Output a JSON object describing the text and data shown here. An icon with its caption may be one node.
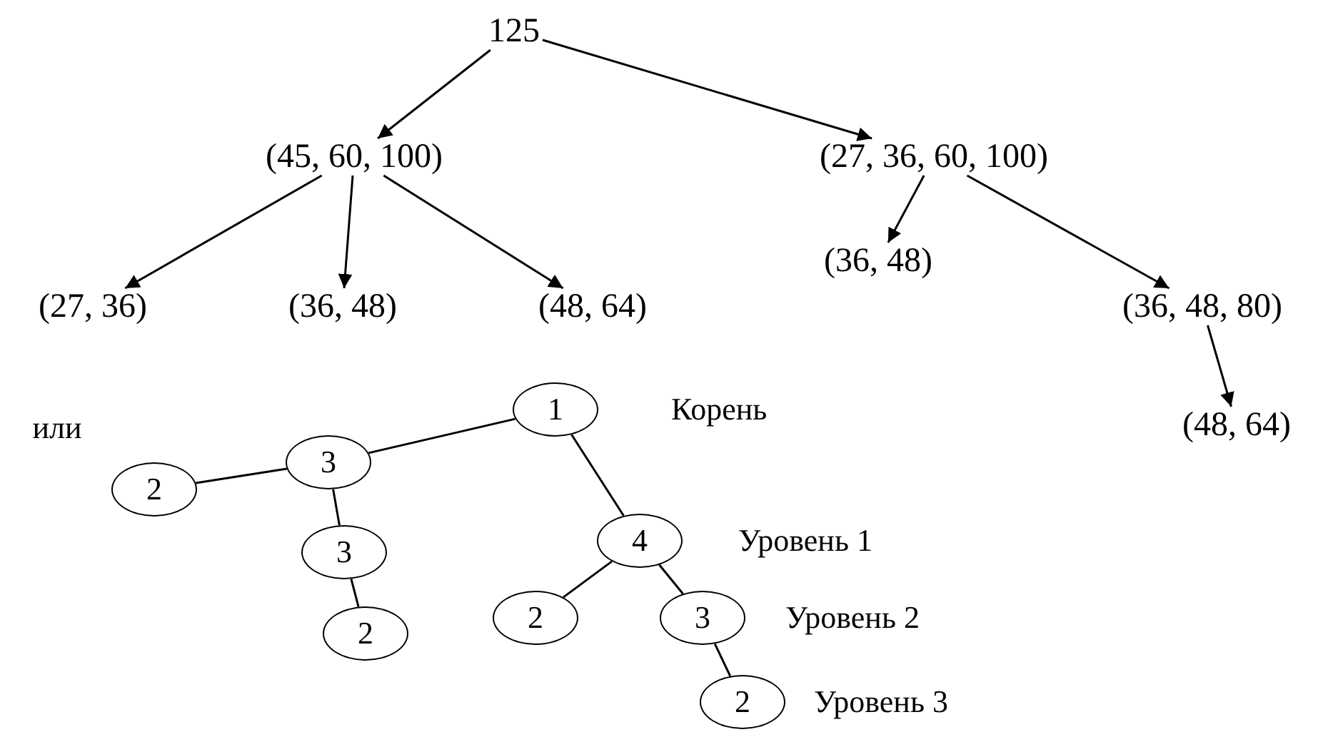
{
  "diagram": {
    "nodes": [
      {
        "text": [
          "125"
        ]
      },
      {
        "text": [
          "(45, 60, 100)"
        ]
      },
      {
        "text": [
          "(27, 36, 60, 100)"
        ]
      },
      {
        "text": [
          "(27, 36)"
        ]
      },
      {
        "text": [
          "(36, 48)"
        ]
      },
      {
        "text": [
          "(48, 64)"
        ]
      },
      {
        "text": [
          "(36, 48)"
        ]
      },
      {
        "text": [
          "(36, 48, 80)"
        ]
      },
      {
        "text": [
          "(48, 64)"
        ]
      },
      {
        "text": [
          "1"
        ]
      },
      {
        "text": [
          "3"
        ]
      },
      {
        "text": [
          "2"
        ]
      },
      {
        "text": [
          "3"
        ]
      },
      {
        "text": [
          "2"
        ]
      },
      {
        "text": [
          "4"
        ]
      },
      {
        "text": [
          "2"
        ]
      },
      {
        "text": [
          "3"
        ]
      },
      {
        "text": [
          "2"
        ]
      }
    ],
    "edges": [
      {
        "from": 0,
        "to": 1,
        "arrow": "to"
      },
      {
        "from": 0,
        "to": 2,
        "arrow": "to"
      },
      {
        "from": 1,
        "to": 3,
        "arrow": "to"
      },
      {
        "from": 1,
        "to": 4,
        "arrow": "to"
      },
      {
        "from": 1,
        "to": 5,
        "arrow": "to"
      },
      {
        "from": 2,
        "to": 6,
        "arrow": "to"
      },
      {
        "from": 2,
        "to": 7,
        "arrow": "to"
      },
      {
        "from": 7,
        "to": 8,
        "arrow": "to"
      },
      {
        "from": 9,
        "to": 10,
        "arrow": "none"
      },
      {
        "from": 10,
        "to": 11,
        "arrow": "none"
      },
      {
        "from": 10,
        "to": 12,
        "arrow": "none"
      },
      {
        "from": 12,
        "to": 13,
        "arrow": "none"
      },
      {
        "from": 9,
        "to": 14,
        "arrow": "none"
      },
      {
        "from": 14,
        "to": 15,
        "arrow": "none"
      },
      {
        "from": 14,
        "to": 16,
        "arrow": "none"
      },
      {
        "from": 16,
        "to": 17,
        "arrow": "none"
      }
    ],
    "labels": [
      "или",
      "Корень",
      "Уровень 1",
      "Уровень 2",
      "Уровень 3"
    ]
  }
}
